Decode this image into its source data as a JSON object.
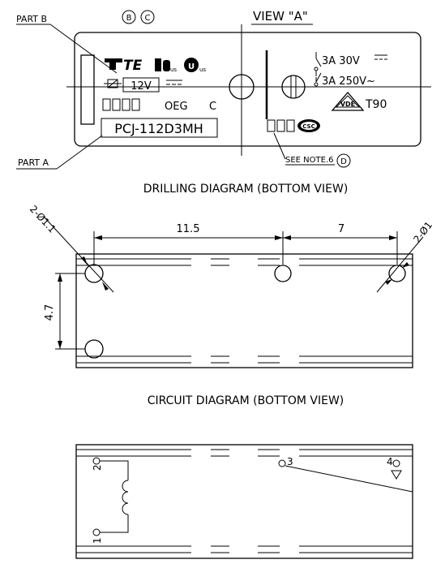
{
  "view_a": {
    "part_b_label": "PART B",
    "part_a_label": "PART A",
    "circle_b": "B",
    "circle_c": "C",
    "view_title": "VIEW \"A\"",
    "coil_voltage": "12V",
    "oeg_text": "OEG",
    "c_text": "C",
    "model_number": "PCJ-112D3MH",
    "logo_te": "TE",
    "rating_dc": "3A 30V",
    "rating_ac": "3A 250V~",
    "t90_text": "T90",
    "vde_text": "VDE",
    "see_note": "SEE NOTE.6",
    "circle_d": "D",
    "csc_text": "CSC"
  },
  "drilling": {
    "title": "DRILLING DIAGRAM (BOTTOM VIEW)",
    "dim_spacing_1": "11.5",
    "dim_spacing_2": "7",
    "dim_vertical": "4.7",
    "hole_callout_left": "2-Ø1.1",
    "hole_callout_right": "2-Ø1"
  },
  "circuit": {
    "title": "CIRCUIT DIAGRAM (BOTTOM VIEW)",
    "pin_1": "1",
    "pin_2": "2",
    "pin_3": "3",
    "pin_4": "4"
  }
}
